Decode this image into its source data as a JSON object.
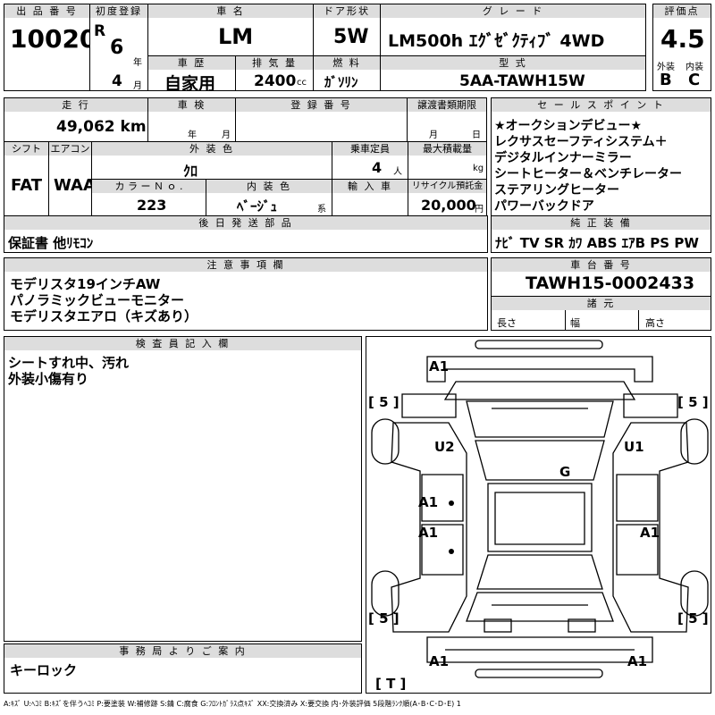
{
  "lot": {
    "label": "出 品 番 号",
    "value": "10020"
  },
  "first_reg": {
    "label": "初度登録",
    "era": "R",
    "year": "6",
    "year_unit": "年",
    "month": "4",
    "month_unit": "月"
  },
  "car_name": {
    "label": "車 名",
    "value": "LM"
  },
  "door": {
    "label": "ドア形状",
    "value": "5W"
  },
  "grade": {
    "label": "グ レ ー ド",
    "value": "LM500h ｴｸﾞｾﾞｸﾃｨﾌﾞ 4WD"
  },
  "score": {
    "label": "評価点",
    "value": "4.5",
    "ext_label": "外装",
    "int_label": "内装",
    "ext": "B",
    "int": "C"
  },
  "history": {
    "label": "車 歴",
    "value": "自家用"
  },
  "displacement": {
    "label": "排 気 量",
    "value": "2400",
    "unit": "cc"
  },
  "fuel": {
    "label": "燃 料",
    "value": "ｶﾞｿﾘﾝ"
  },
  "model": {
    "label": "型 式",
    "value": "5AA-TAWH15W"
  },
  "mileage": {
    "label": "走 行",
    "value": "49,062 km"
  },
  "inspection": {
    "label": "車 検",
    "year_unit": "年",
    "month_unit": "月"
  },
  "reg_no": {
    "label": "登 録 番 号"
  },
  "transfer": {
    "label": "譲渡書類期限",
    "month_unit": "月",
    "day_unit": "日"
  },
  "sales": {
    "label": "セ ー ル ス ポ イ ン ト",
    "lines": [
      "★オークションデビュー★",
      "レクサスセーフティシステム＋",
      "デジタルインナーミラー",
      "シートヒーター＆ベンチレーター",
      "ステアリングヒーター",
      "パワーバックドア"
    ]
  },
  "shift": {
    "label": "シフト",
    "value": "FAT"
  },
  "ac": {
    "label": "エアコン",
    "value": "WAA"
  },
  "ext_color": {
    "label": "外 装 色",
    "value": "ｸﾛ"
  },
  "capacity": {
    "label": "乗車定員",
    "value": "4",
    "unit": "人"
  },
  "max_load": {
    "label": "最大積載量",
    "unit": "kg"
  },
  "color_no": {
    "label": "カ ラ ー Ｎ ｏ .",
    "value": "223"
  },
  "int_color": {
    "label": "内 装 色",
    "value": "ﾍﾞｰｼﾞｭ",
    "unit": "系"
  },
  "import": {
    "label": "輸 入 車"
  },
  "recycle": {
    "label": "リサイクル預託金",
    "value": "20,000",
    "unit": "円"
  },
  "later_parts": {
    "label": "後 日 発 送 部 品",
    "value": "保証書 他ﾘﾓｺﾝ"
  },
  "equipment": {
    "label": "純 正 装 備",
    "value": "ﾅﾋﾞ TV SR ｶﾜ ABS ｴｱB PS PW"
  },
  "caution": {
    "label": "注 意 事 項 欄",
    "lines": [
      "モデリスタ19インチAW",
      "パノラミックビューモニター",
      "モデリスタエアロ（キズあり）"
    ]
  },
  "chassis": {
    "label": "車 台 番 号",
    "value": "TAWH15-0002433"
  },
  "specs": {
    "label": "諸 元",
    "length": "長さ",
    "width": "幅",
    "height": "高さ"
  },
  "inspector": {
    "label": "検 査 員 記 入 欄",
    "lines": [
      "シートすれ中、汚れ",
      "外装小傷有り"
    ]
  },
  "office": {
    "label": "事 務 局 よ り ご 案 内",
    "value": "キーロック"
  },
  "diagram": {
    "marks": {
      "front": "A1",
      "left_front": "U2",
      "right_front": "U1",
      "roof": "G",
      "left_mid": "A1",
      "left_rear": "A1",
      "right_rear": "A1",
      "rear_left": "A1",
      "rear_right": "A1"
    },
    "tires": {
      "fl": "[ 5 ]",
      "fr": "[ 5 ]",
      "rl": "[ 5 ]",
      "rr": "[ 5 ]",
      "spare": "[ T ]"
    }
  },
  "legend": "A:ｷｽﾞ U:ﾍｺﾐ B:ｷｽﾞを伴うﾍｺﾐ P:要塗装 W:補修跡 S:錆 C:腐食 G:ﾌﾛﾝﾄｶﾞﾗｽ点ｷｽﾞ XX:交換済み X:要交換 内･外装評価 5段階ﾗﾝｸ順(A･B･C･D･E) 1"
}
